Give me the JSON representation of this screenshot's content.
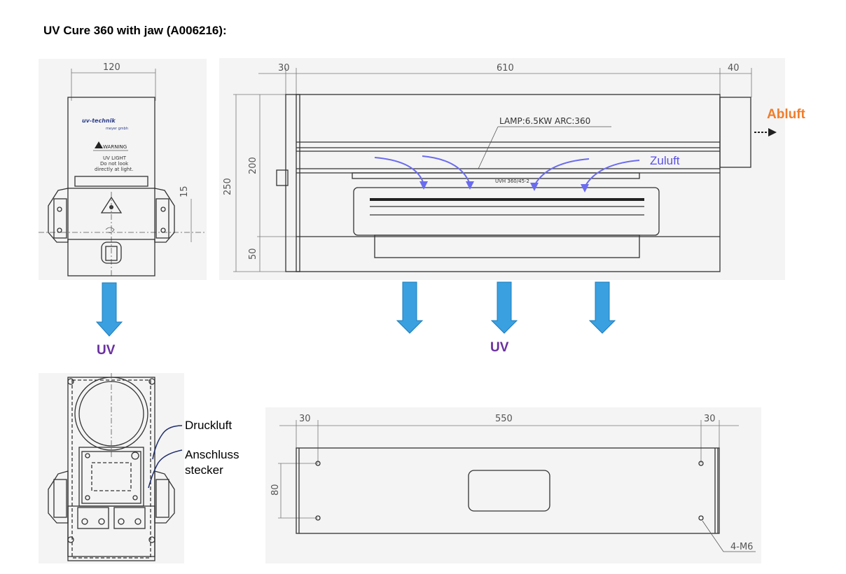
{
  "title": "UV Cure 360 with jaw (A006216):",
  "front_view": {
    "dim_width": "120",
    "dim_small": "15",
    "brand": "uv-technik",
    "brand_sub": "meyer gmbh",
    "warning": "WARNING",
    "warning_text_1": "UV LIGHT",
    "warning_text_2": "Do not look",
    "warning_text_3": "directly at light."
  },
  "side_view": {
    "dim_left": "30",
    "dim_length": "610",
    "dim_right": "40",
    "dim_height": "250",
    "dim_200": "200",
    "dim_50": "50",
    "lamp_label": "LAMP:6.5KW  ARC:360",
    "lamp_part": "UVH 360/45-2"
  },
  "labels": {
    "abluft": "Abluft",
    "zuluft": "Zuluft",
    "uv_left": "UV",
    "uv_center": "UV",
    "druckluft": "Druckluft",
    "anschluss_1": "Anschluss",
    "anschluss_2": "stecker"
  },
  "bottom_view": {
    "dim_left": "30",
    "dim_length": "550",
    "dim_right": "30",
    "dim_height": "80",
    "hole_label": "4-M6"
  },
  "colors": {
    "arrow_blue": "#3aa0e0",
    "uv_purple": "#6a2fa0",
    "abluft_orange": "#f07d2a",
    "zuluft_violet": "#5a50e6"
  }
}
